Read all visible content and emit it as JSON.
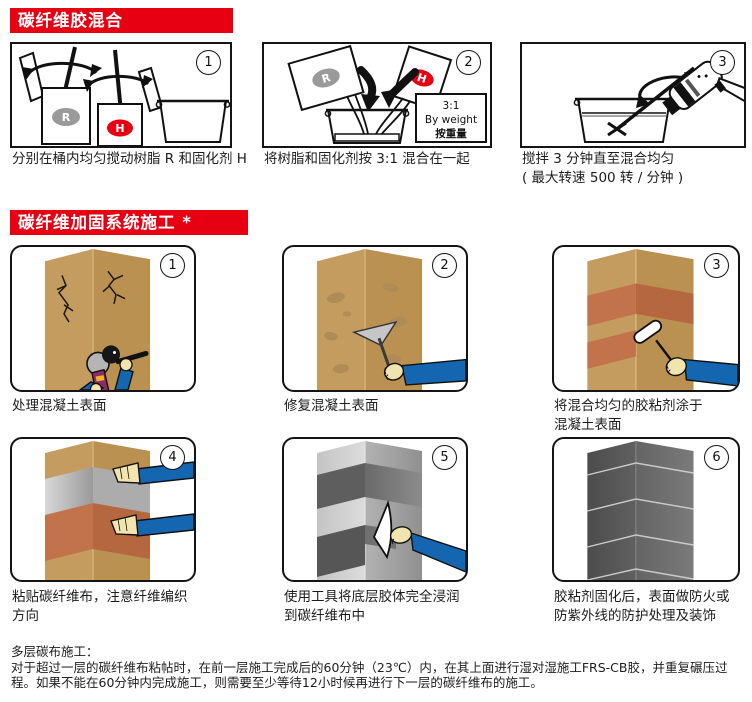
{
  "colors": {
    "accent_red": "#E60012",
    "column_tan_left": "#C59C60",
    "column_tan_right": "#BA9150",
    "adhesive_red_left": "#C3734B",
    "adhesive_red_right": "#B5683F",
    "carbon_gray": "#ACACAC",
    "sleeve_blue": "#1566B0",
    "hand_tan": "#F2E4AE",
    "resin_gray": "#9A9A9A"
  },
  "sections": [
    {
      "title": "碳纤维胶混合",
      "panels": [
        {
          "num": "1",
          "caption": "分别在桶内均匀搅动树脂 R 和固化剂 H",
          "label_r": "R",
          "label_h": "H"
        },
        {
          "num": "2",
          "caption": "将树脂和固化剂按 3:1 混合在一起",
          "label_r": "R",
          "label_h": "H",
          "ratio_line1": "3:1",
          "ratio_line2": "By weight",
          "ratio_line3": "按重量"
        },
        {
          "num": "3",
          "caption": "搅拌 3 分钟直至混合均匀\n( 最大转速 500 转 / 分钟 )"
        }
      ]
    },
    {
      "title": "碳纤维加固系统施工 *",
      "panels": [
        {
          "num": "1",
          "caption": "处理混凝土表面"
        },
        {
          "num": "2",
          "caption": "修复混凝土表面"
        },
        {
          "num": "3",
          "caption": "将混合均匀的胶粘剂涂于\n混凝土表面"
        },
        {
          "num": "4",
          "caption": "粘贴碳纤维布，注意纤维编织\n方向"
        },
        {
          "num": "5",
          "caption": "使用工具将底层胶体完全浸润\n到碳纤维布中"
        },
        {
          "num": "6",
          "caption": "胶粘剂固化后，表面做防火或\n防紫外线的防护处理及装饰"
        }
      ]
    }
  ],
  "footnote": {
    "heading": "多层碳布施工：",
    "line1": "对于超过一层的碳纤维布粘帖时，在前一层施工完成后的60分钟（23℃）内，在其上面进行湿对湿施工FRS-CB胶，并重复碾压过",
    "line2": "程。如果不能在60分钟内完成施工，则需要至少等待12小时候再进行下一层的碳纤维布的施工。"
  }
}
